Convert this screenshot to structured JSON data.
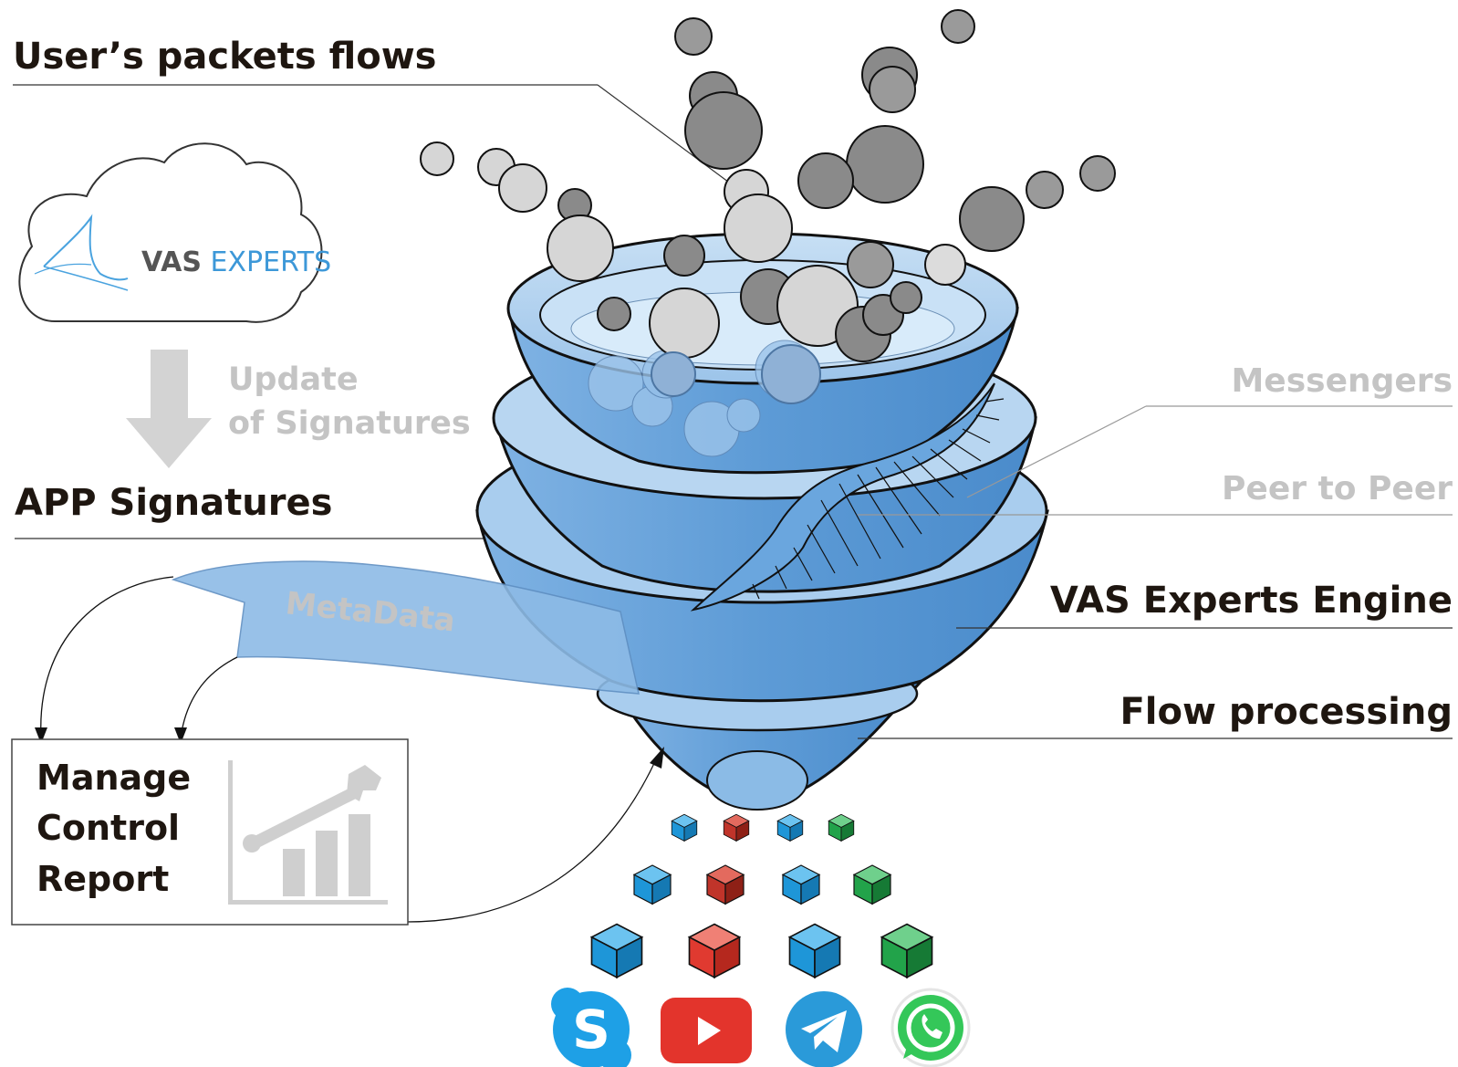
{
  "labels": {
    "user_packets": "User’s packets flows",
    "update_line1": "Update",
    "update_line2": "of Signatures",
    "app_signatures": "APP Signatures",
    "metadata": "MetaData",
    "messengers": "Messengers",
    "peer_to_peer": "Peer to Peer",
    "engine": "VAS Experts Engine",
    "flow_processing": "Flow processing",
    "manage": "Manage",
    "control": "Control",
    "report": "Report"
  },
  "logo": {
    "brand_bold": "VAS",
    "brand_light": " EXPERTS"
  },
  "colors": {
    "funnel_fill": "#5d9bd6",
    "funnel_light": "#a9cdee",
    "cube_blue": "#1e96d8",
    "cube_red": "#d32f2f",
    "cube_green": "#22a34a",
    "skype": "#1ea0e6",
    "youtube": "#e3342c",
    "telegram": "#2a9ad9",
    "whatsapp": "#34c759"
  },
  "apps": [
    "skype-icon",
    "youtube-icon",
    "telegram-icon",
    "whatsapp-icon"
  ]
}
